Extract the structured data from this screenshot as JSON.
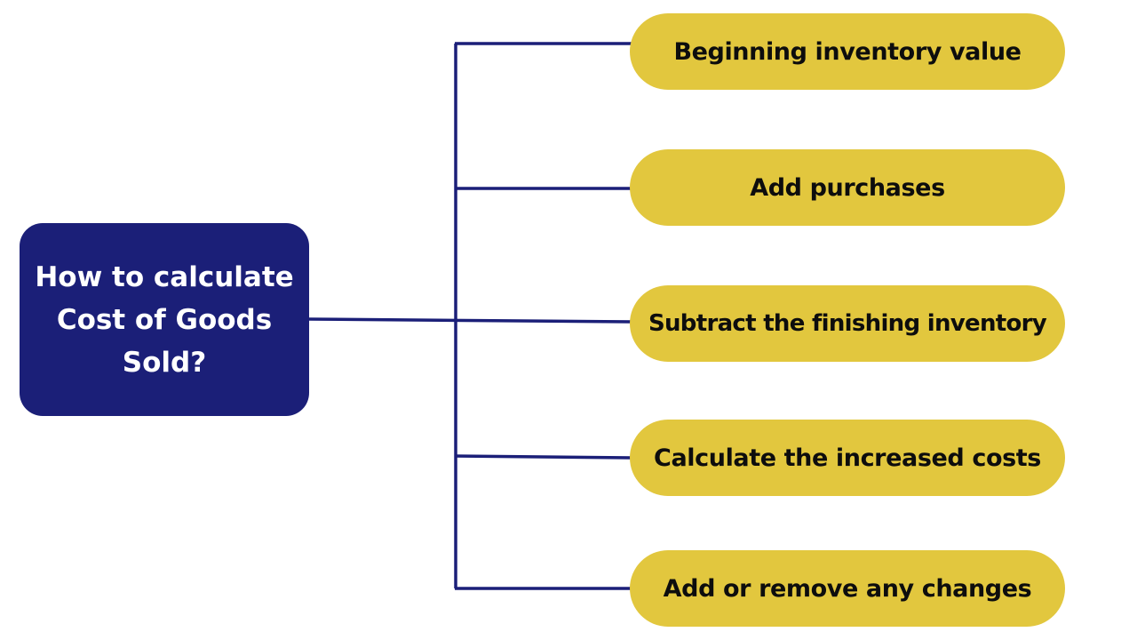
{
  "colors": {
    "root_fill": "#1b1f78",
    "step_fill": "#e2c73e",
    "connector": "#1b1f78"
  },
  "root": {
    "lines": [
      "How to calculate",
      "Cost of Goods",
      "Sold?"
    ]
  },
  "steps": [
    {
      "label": "Beginning inventory value"
    },
    {
      "label": "Add purchases"
    },
    {
      "label": "Subtract the finishing inventory"
    },
    {
      "label": "Calculate the increased costs"
    },
    {
      "label": "Add or remove any changes"
    }
  ]
}
